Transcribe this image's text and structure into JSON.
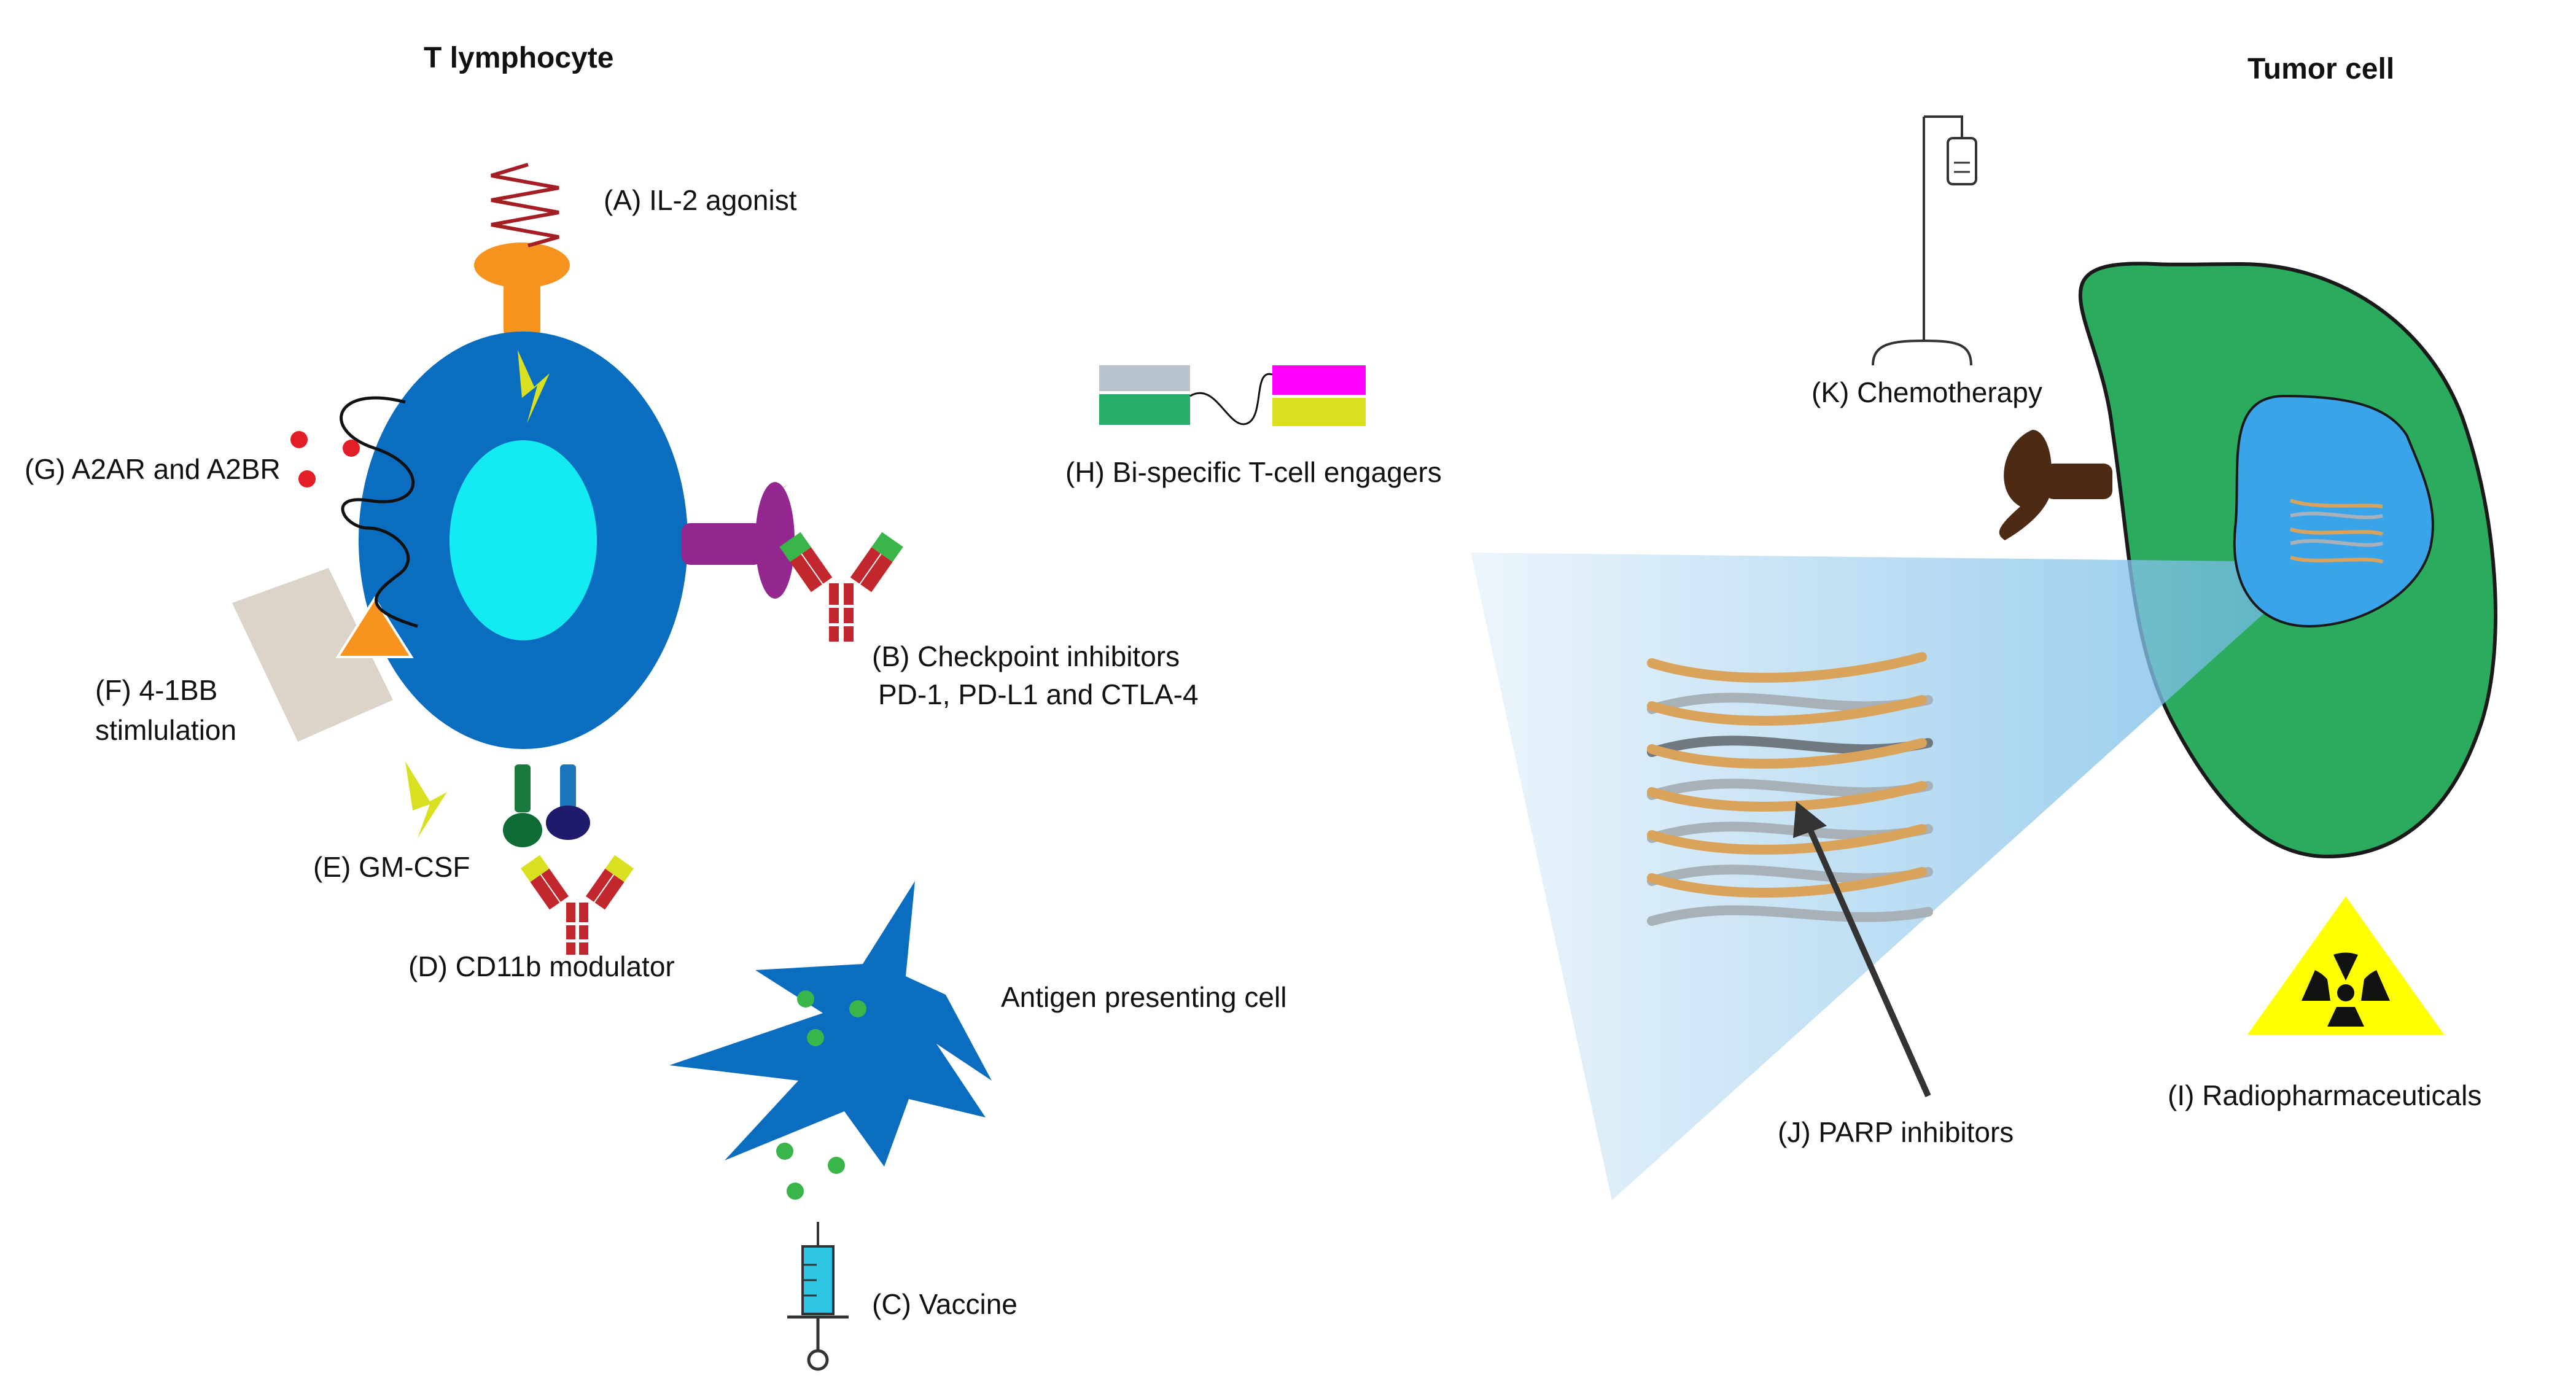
{
  "titles": {
    "t_lymphocyte": "T lymphocyte",
    "tumor_cell": "Tumor cell"
  },
  "labels": {
    "il2": "(A) IL-2 agonist",
    "checkpoint_line1": "(B) Checkpoint inhibitors",
    "checkpoint_line2": "PD-1, PD-L1 and CTLA-4",
    "vaccine": "(C) Vaccine",
    "cd11b": "(D) CD11b modulator",
    "gmcsf": "(E) GM-CSF",
    "fourone_line1": "(F) 4-1BB",
    "fourone_line2": "stimlulation",
    "a2ar": "(G) A2AR and A2BR",
    "bispecific": "(H) Bi-specific T-cell engagers",
    "radio": "(I) Radiopharmaceuticals",
    "parp": "(J) PARP inhibitors",
    "chemo": "(K) Chemotherapy",
    "apc": "Antigen presenting cell"
  },
  "colors": {
    "t_cell_body": "#0b6dbf",
    "t_cell_nucleus": "#14eaf2",
    "tumor_body": "#2aab5e",
    "tumor_nucleus": "#3aa4ea",
    "il2_receptor": "#f6921e",
    "il2_spring": "#a31f24",
    "lightning": "#d9e021",
    "checkpoint_receptor": "#93278f",
    "antibody_stem": "#c1272d",
    "antibody_tip_green": "#39b54a",
    "radiation_yellow": "#ffff00",
    "dna_gold": "#d9a35c",
    "dna_gray": "#a7b1b7",
    "bispecific_gray": "#b8c4cb",
    "bispecific_green": "#27ae6a",
    "bispecific_magenta": "#ff00ff",
    "bispecific_yellow": "#d9e021",
    "chemo_receptor": "#4d2a14",
    "fourone_box": "#dcd3c9",
    "fourone_triangle": "#f7931e"
  },
  "icons": {
    "vaccine": "syringe-icon",
    "chemotherapy": "iv-drip-icon",
    "radiopharmaceuticals": "radiation-icon",
    "il2": "lightning-icon",
    "gmcsf": "lightning-icon"
  }
}
